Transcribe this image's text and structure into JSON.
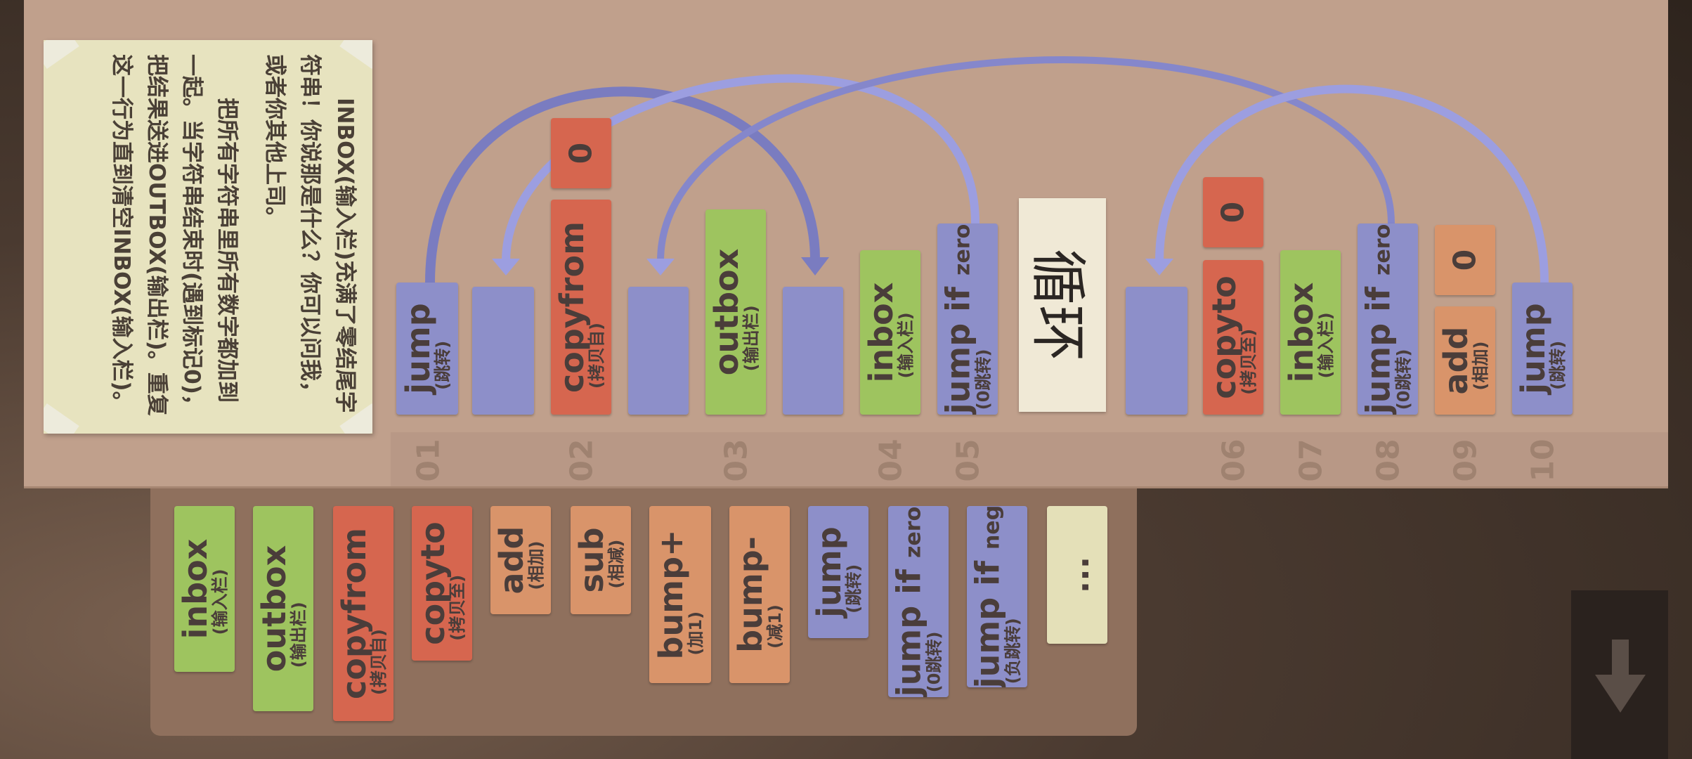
{
  "note": {
    "paragraph1": "INBOX(输入栏)充满了零结尾字符串！你说那是什么？你可以问我，或者你其他上司。",
    "paragraph2": "把所有字符串里所有数字都加到一起。当字符串结束时(遇到标记0)，把结果送进OUTBOX(输出栏)。重复这一行为直到清空INBOX(输入栏)。"
  },
  "program": {
    "line_numbers": [
      "01",
      "02",
      "03",
      "04",
      "05",
      "06",
      "07",
      "08",
      "09",
      "10"
    ],
    "loop_label": "循环",
    "commands": {
      "c01": {
        "name": "jump",
        "sub": "(跳转)"
      },
      "c02": {
        "name": "copyfrom",
        "sub": "(拷贝自)",
        "arg": "0"
      },
      "c03": {
        "name": "outbox",
        "sub": "(输出栏)"
      },
      "c04": {
        "name": "inbox",
        "sub": "(输入栏)"
      },
      "c05": {
        "name": "jump if",
        "cond": "zero",
        "sub": "(0跳转)"
      },
      "c06": {
        "name": "copyto",
        "sub": "(拷贝至)",
        "arg": "0"
      },
      "c07": {
        "name": "inbox",
        "sub": "(输入栏)"
      },
      "c08": {
        "name": "jump if",
        "cond": "zero",
        "sub": "(0跳转)"
      },
      "c09": {
        "name": "add",
        "sub": "(相加)",
        "arg": "0"
      },
      "c10": {
        "name": "jump",
        "sub": "(跳转)"
      }
    }
  },
  "palette": {
    "inbox": {
      "name": "inbox",
      "sub": "(输入栏)"
    },
    "outbox": {
      "name": "outbox",
      "sub": "(输出栏)"
    },
    "copyfrom": {
      "name": "copyfrom",
      "sub": "(拷贝自)"
    },
    "copyto": {
      "name": "copyto",
      "sub": "(拷贝至)"
    },
    "add": {
      "name": "add",
      "sub": "(相加)"
    },
    "sub": {
      "name": "sub",
      "sub": "(相减)"
    },
    "bumpplus": {
      "name": "bump+",
      "sub": "(加1)"
    },
    "bumpminus": {
      "name": "bump-",
      "sub": "(减1)"
    },
    "jump": {
      "name": "jump",
      "sub": "(跳转)"
    },
    "jumpzero": {
      "name": "jump if",
      "cond": "zero",
      "sub": "(0跳转)"
    },
    "jumpneg": {
      "name": "jump if",
      "cond": "neg",
      "sub": "(负跳转)"
    },
    "more": {
      "name": "..."
    }
  },
  "colors": {
    "green": "#9ec45f",
    "red": "#d6664f",
    "orange": "#d9946a",
    "purple": "#8d8fc9",
    "arrow": "#9c9ee0"
  }
}
